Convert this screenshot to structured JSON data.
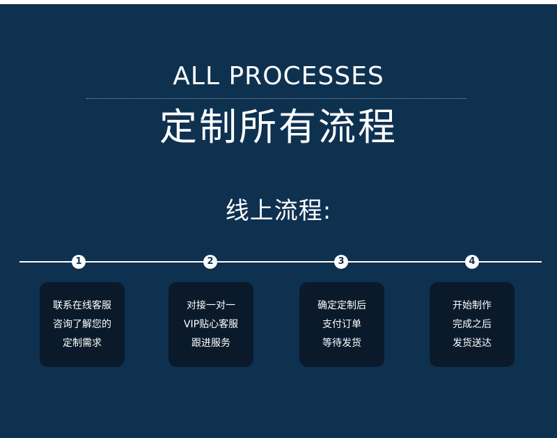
{
  "header": {
    "en_title": "ALL PROCESSES",
    "cn_title": "定制所有流程"
  },
  "section": {
    "title": "线上流程:"
  },
  "steps": [
    {
      "number": "1",
      "lines": [
        "联系在线客服",
        "咨询了解您的",
        "定制需求"
      ]
    },
    {
      "number": "2",
      "lines": [
        "对接一对一",
        "VIP贴心客服",
        "跟进服务"
      ]
    },
    {
      "number": "3",
      "lines": [
        "确定定制后",
        "支付订单",
        "等待发货"
      ]
    },
    {
      "number": "4",
      "lines": [
        "开始制作",
        "完成之后",
        "发货送达"
      ]
    }
  ],
  "colors": {
    "background": "#0f3150",
    "card": "#0a1a2b",
    "text": "#ffffff"
  }
}
